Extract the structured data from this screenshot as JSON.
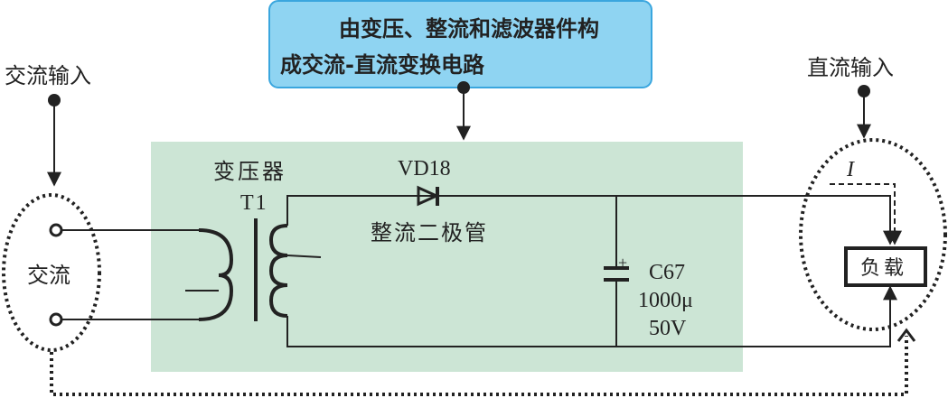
{
  "callout": {
    "line1": "由变压、整流和滤波器件构",
    "line2": "成交流-直流变换电路"
  },
  "labels": {
    "ac_input": "交流输入",
    "dc_input": "直流输入",
    "ac": "交流",
    "transformer": "变压器",
    "transformer_ref": "T1",
    "diode_ref": "VD18",
    "diode_name": "整流二极管",
    "capacitor_ref": "C67",
    "capacitor_value": "1000μ",
    "capacitor_voltage": "50V",
    "capacitor_plus": "+",
    "current": "I",
    "load": "负载"
  },
  "colors": {
    "callout_fill": "#8fd4f2",
    "callout_border": "#3aa6de",
    "circuit_bg": "#cce5d5",
    "line": "#222222"
  }
}
